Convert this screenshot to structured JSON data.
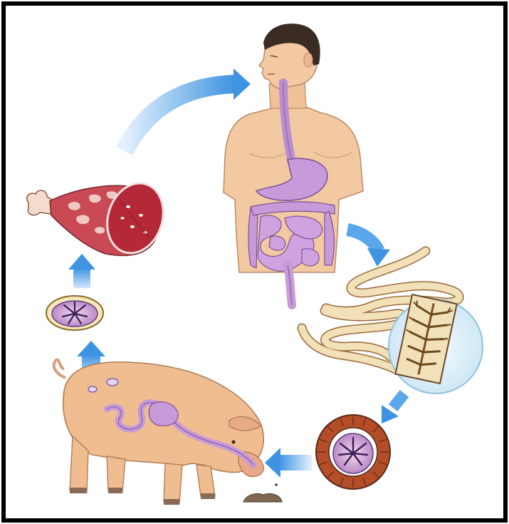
{
  "diagram": {
    "kind": "tapeworm-life-cycle",
    "stages": [
      {
        "id": "human-host",
        "icon": "human-digestive-system"
      },
      {
        "id": "adult-tapeworms",
        "icon": "tapeworm-with-magnified-segment"
      },
      {
        "id": "egg",
        "icon": "tapeworm-egg"
      },
      {
        "id": "pig-host",
        "icon": "pig-with-digestive-tract"
      },
      {
        "id": "cyst",
        "icon": "cysticercus-cyst"
      },
      {
        "id": "infected-pork",
        "icon": "ham-with-cysts"
      }
    ],
    "colors": {
      "frame": "#000000",
      "arrow": "#4a9ee8",
      "skin": "#f3c9a2",
      "organ": "#b98fd0",
      "meat": "#c0283a",
      "worm": "#f2e0b8"
    }
  }
}
